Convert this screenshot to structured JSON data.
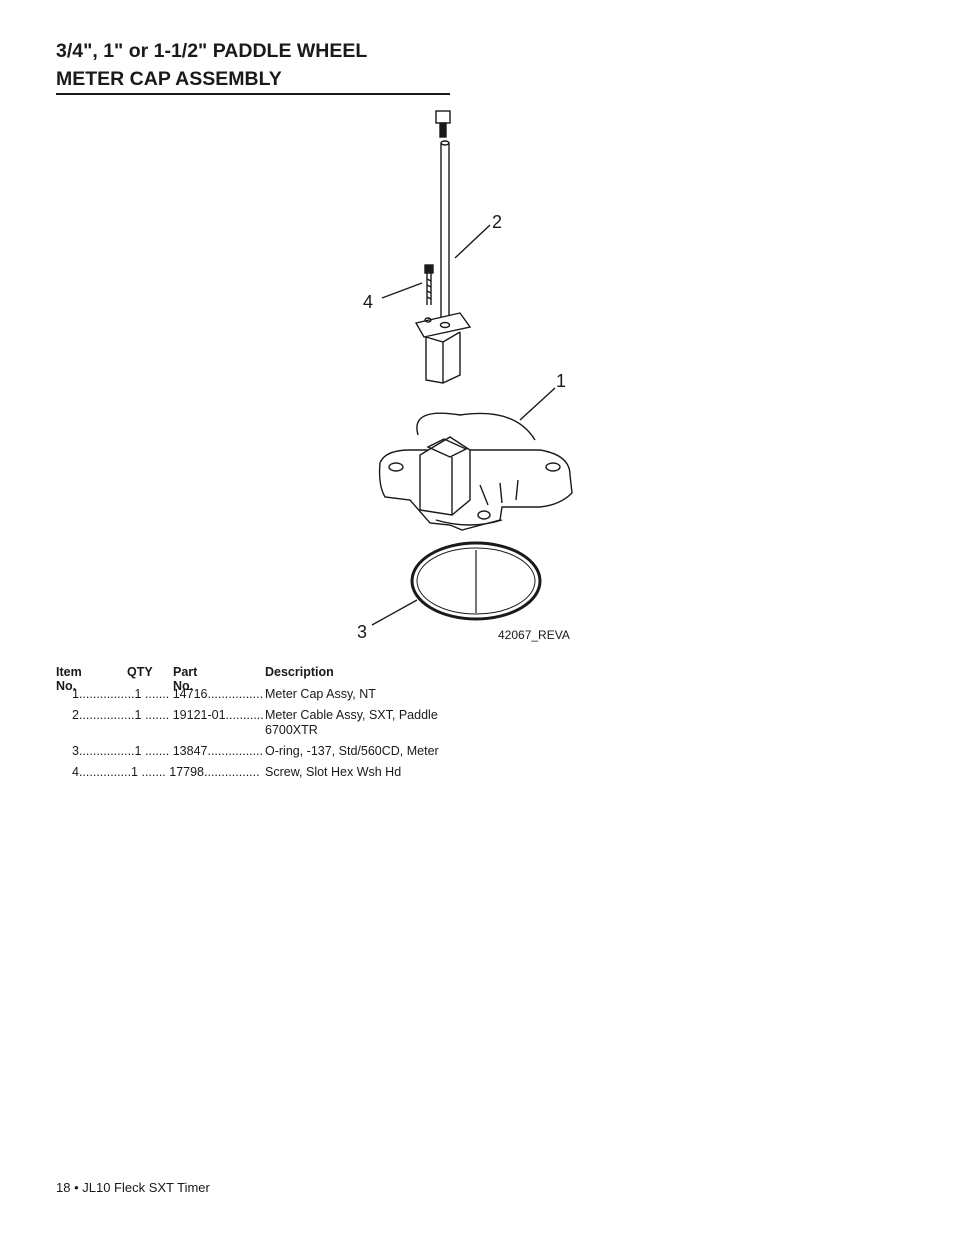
{
  "title": {
    "line1": "3/4\", 1\" or 1-1/2\" PADDLE WHEEL",
    "line2": "METER CAP ASSEMBLY"
  },
  "diagram": {
    "callouts": [
      "1",
      "2",
      "3",
      "4"
    ],
    "figure_id": "42067_REVA"
  },
  "parts_table": {
    "headers": [
      "Item No.",
      "QTY",
      "Part No.",
      "Description"
    ],
    "rows": [
      {
        "lead": "1................1 ....... 14716................",
        "description": "Meter Cap Assy, NT"
      },
      {
        "lead": "2................1 ....... 19121-01...........",
        "description": "Meter Cable Assy, SXT, Paddle 6700XTR"
      },
      {
        "lead": "3................1 ....... 13847................",
        "description": "O-ring, -137, Std/560CD, Meter"
      },
      {
        "lead": "4...............1 ....... 17798................",
        "description": "Screw, Slot Hex Wsh Hd"
      }
    ]
  },
  "footer": "18 • JL10 Fleck SXT Timer"
}
